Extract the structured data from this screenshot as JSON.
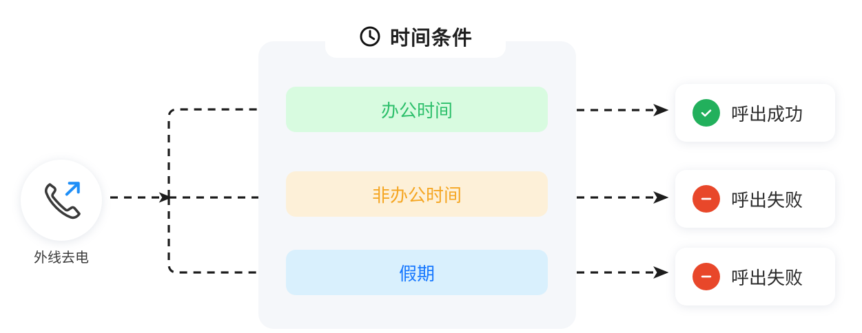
{
  "source": {
    "label": "外线去电",
    "icon": "outgoing-call-icon",
    "arrow_color": "#1677ff",
    "handset_color": "#3a3a3a"
  },
  "panel": {
    "title": "时间条件",
    "title_icon": "clock-icon",
    "background": "#f5f7fa"
  },
  "conditions": [
    {
      "label": "办公时间",
      "bg": "#d8fbe0",
      "color": "#2cbf6a"
    },
    {
      "label": "非办公时间",
      "bg": "#fdf0d8",
      "color": "#f5a623"
    },
    {
      "label": "假期",
      "bg": "#d9f0fd",
      "color": "#1677ff"
    }
  ],
  "results": [
    {
      "label": "呼出成功",
      "icon": "check-circle-icon",
      "color": "#22b05c"
    },
    {
      "label": "呼出失败",
      "icon": "minus-circle-icon",
      "color": "#e8472a"
    },
    {
      "label": "呼出失败",
      "icon": "minus-circle-icon",
      "color": "#e8472a"
    }
  ],
  "connector": {
    "style": "dashed",
    "color": "#1c1c1c",
    "arrowhead": "triangle"
  }
}
